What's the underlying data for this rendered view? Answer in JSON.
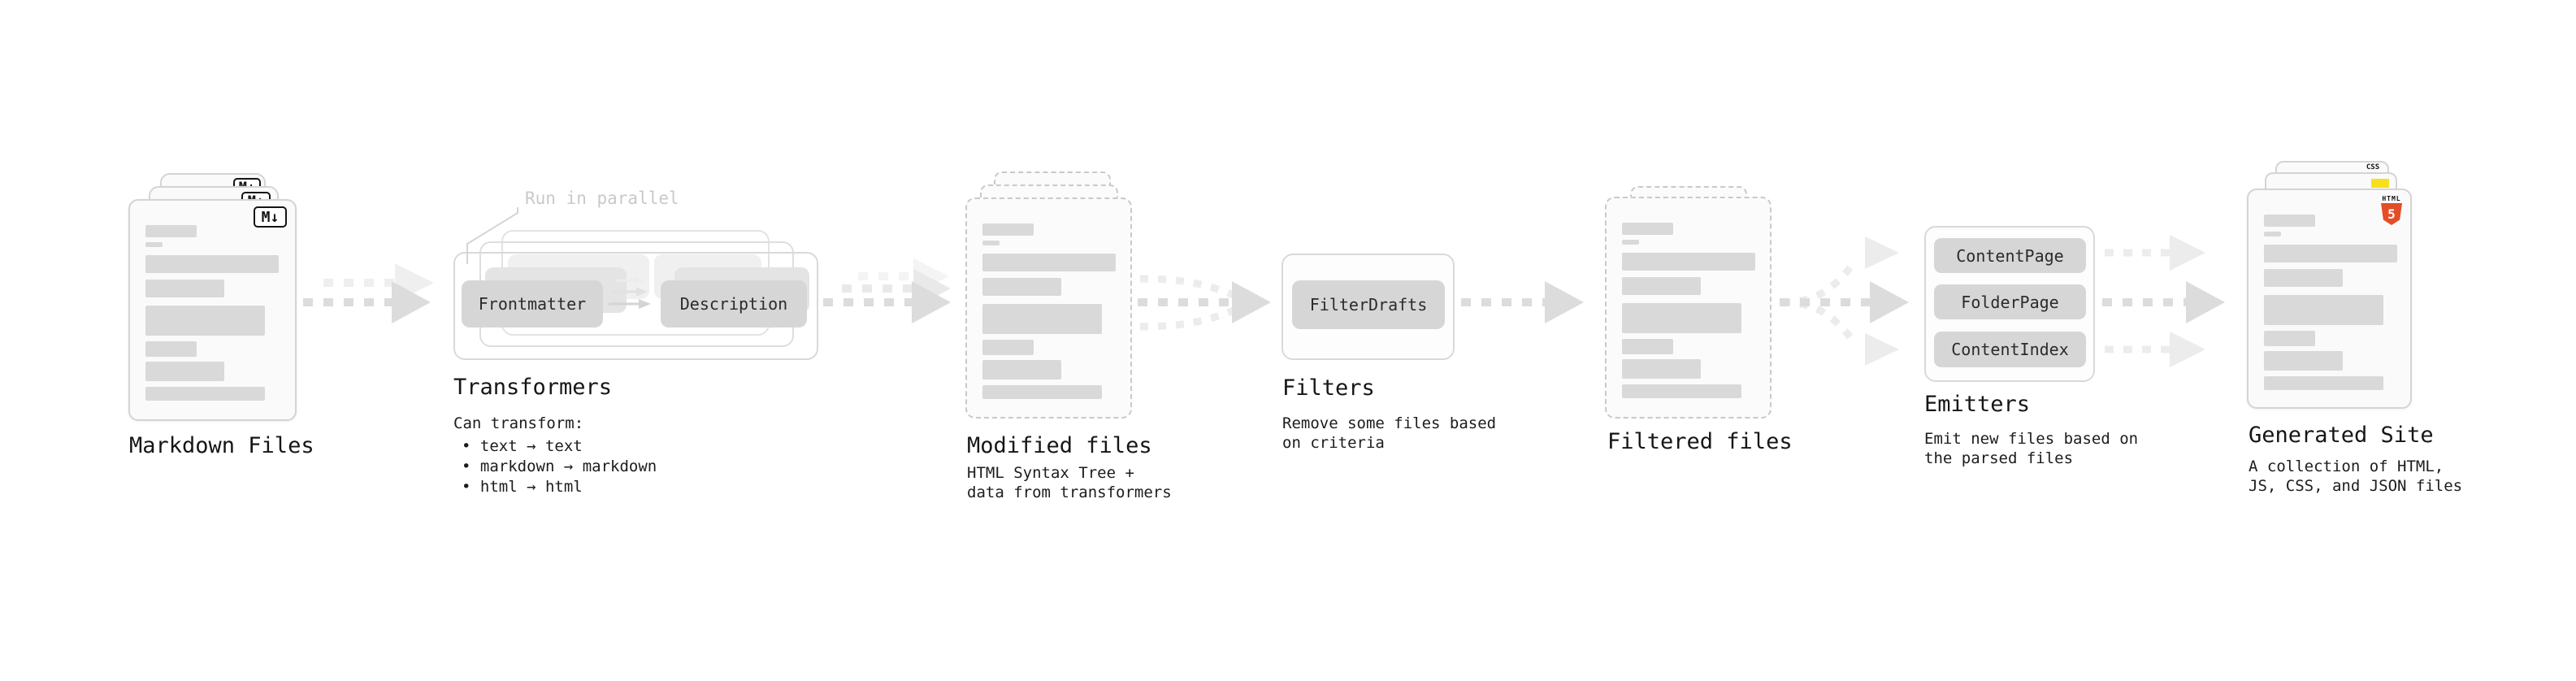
{
  "stages": {
    "markdown_files": {
      "label": "Markdown Files",
      "badge": "M↓"
    },
    "transformers": {
      "label": "Transformers",
      "annotation": "Run in parallel",
      "boxes": [
        "Frontmatter",
        "Description"
      ],
      "caption_title": "Can transform:",
      "bullets": [
        "• text → text",
        "• markdown → markdown",
        "• html → html"
      ]
    },
    "modified_files": {
      "label": "Modified files",
      "caption": "HTML Syntax Tree +\ndata from transformers"
    },
    "filters": {
      "label": "Filters",
      "boxes": [
        "FilterDrafts"
      ],
      "caption": "Remove some files based\non criteria"
    },
    "filtered_files": {
      "label": "Filtered files"
    },
    "emitters": {
      "label": "Emitters",
      "boxes": [
        "ContentPage",
        "FolderPage",
        "ContentIndex"
      ],
      "caption": "Emit new files based on\nthe parsed files"
    },
    "generated_site": {
      "label": "Generated Site",
      "caption": "A collection of HTML,\nJS, CSS, and JSON files",
      "css_badge": "CSS",
      "html5_badge_top": "HTML",
      "html5_badge_number": "5"
    }
  },
  "colors": {
    "html5": "#e44d26",
    "js": "#f7df1e",
    "css": "#2965f1",
    "arrow-main": "#dcdcdc",
    "arrow-echo": "#ececec",
    "text-main": "#1a1a1a",
    "text-faint": "#c9c9c9"
  }
}
